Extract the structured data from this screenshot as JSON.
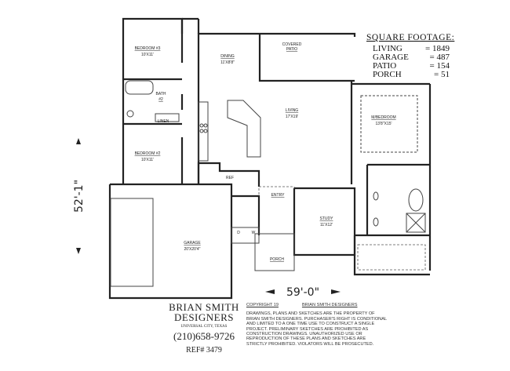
{
  "square_footage": {
    "title": "SQUARE FOOTAGE:",
    "rows": [
      {
        "name": "LIVING",
        "value": "= 1849"
      },
      {
        "name": "GARAGE",
        "value": "= 487"
      },
      {
        "name": "PATIO",
        "value": "= 154"
      },
      {
        "name": "PORCH",
        "value": "= 51"
      }
    ]
  },
  "rooms": {
    "bedroom3": {
      "name": "BEDROOM #3",
      "size": "10'X11'"
    },
    "bath2": {
      "name": "BATH",
      "sub": "#2"
    },
    "linen": {
      "name": "LINEN"
    },
    "bedroom2": {
      "name": "BEDROOM #2",
      "size": "10'X11'"
    },
    "dining": {
      "name": "DINING",
      "size": "11'X8'8\""
    },
    "patio": {
      "name": "COVERED",
      "sub": "PATIO"
    },
    "living": {
      "name": "LIVING",
      "size": "17'X19'"
    },
    "master": {
      "name": "M/BEDROOM",
      "size": "13'8\"X15'"
    },
    "ref": {
      "name": "REF"
    },
    "entry": {
      "name": "ENTRY"
    },
    "study": {
      "name": "STUDY",
      "size": "11'X12'"
    },
    "garage": {
      "name": "GARAGE",
      "size": "20'X20'4\""
    },
    "porch": {
      "name": "PORCH"
    },
    "dryer": {
      "name": "D"
    },
    "washer": {
      "name": "W"
    }
  },
  "dimensions": {
    "depth": "52'-1\"",
    "width": "59'-0\""
  },
  "brand": {
    "line1": "BRIAN SMITH",
    "line2": "DESIGNERS",
    "location": "UNIVERSAL CITY, TEXAS",
    "phone": "(210)658-9726",
    "ref": "REF# 3479"
  },
  "legal": {
    "copyright": "COPYRIGHT 19",
    "owner": "BRIAN SMITH DESIGNERS",
    "text": "DRAWINGS, PLANS AND SKETCHES ARE THE PROPERTY OF BRIAN SMITH DESIGNERS. PURCHASER'S RIGHT IS CONDITIONAL AND LIMITED TO A ONE TIME USE TO CONSTRUCT A SINGLE PROJECT. PRELIMINARY SKETCHES ARE PROHIBITED AS CONSTRUCTION DRAWINGS. UNAUTHORIZED USE OR REPRODUCTION OF THESE PLANS AND SKETCHES ARE STRICTLY PROHIBITED. VIOLATORS WILL BE PROSECUTED."
  }
}
